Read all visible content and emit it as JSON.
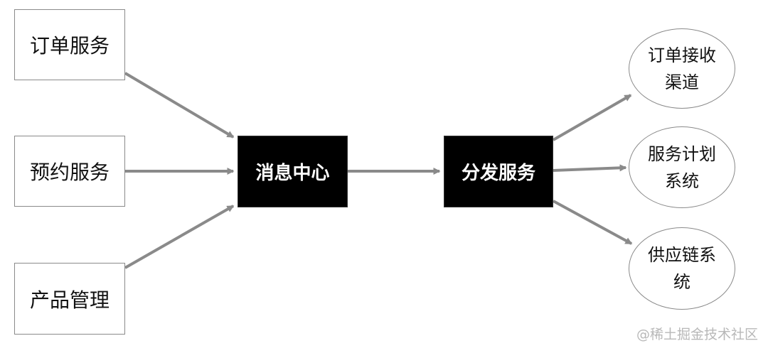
{
  "colors": {
    "arrow": "#8a8a8a",
    "hub_fill": "#000000",
    "hub_text": "#ffffff",
    "box_border": "#8a8a8a"
  },
  "sources": [
    {
      "label": "订单服务"
    },
    {
      "label": "预约服务"
    },
    {
      "label": "产品管理"
    }
  ],
  "message_center": {
    "label": "消息中心"
  },
  "dispatch_service": {
    "label": "分发服务"
  },
  "destinations": [
    {
      "label": "订单接收\n渠道"
    },
    {
      "label": "服务计划\n系统"
    },
    {
      "label": "供应链系\n统"
    }
  ],
  "watermark": "@稀土掘金技术社区"
}
